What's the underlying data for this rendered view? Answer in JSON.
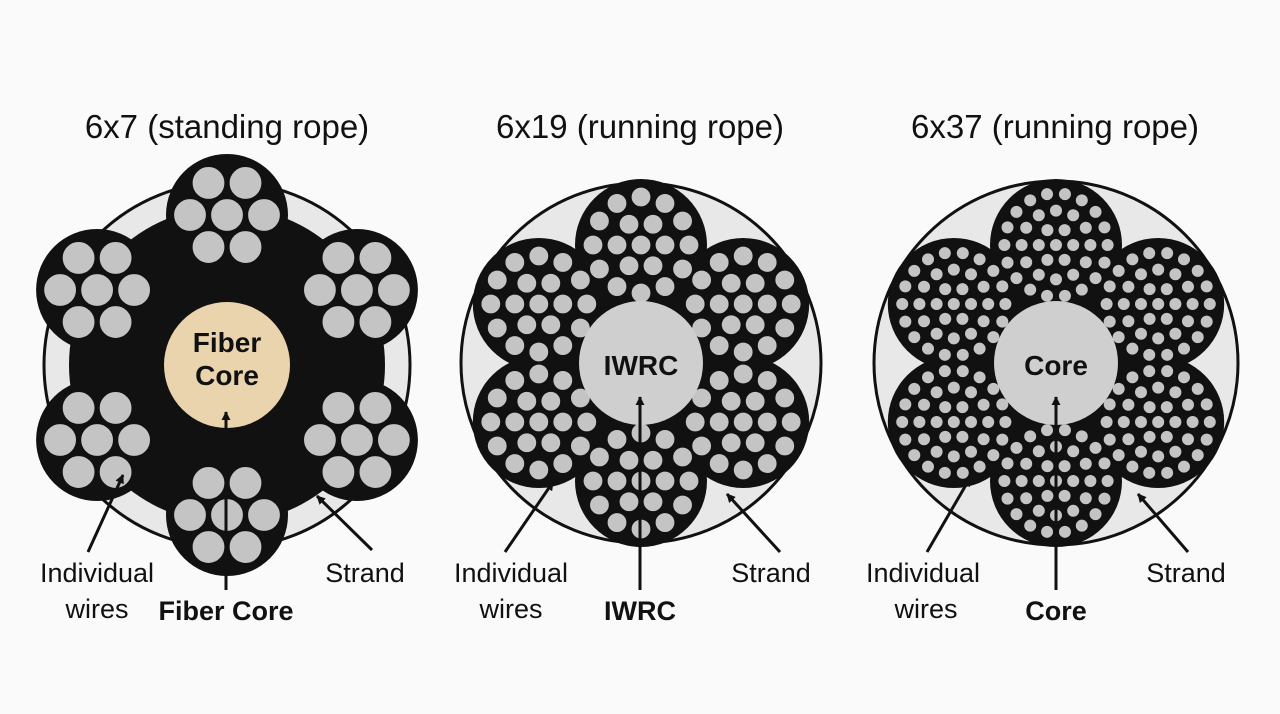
{
  "colors": {
    "background": "#fafafa",
    "sheath": "#e8e8e8",
    "outline": "#111111",
    "wire": "#c4c4c4",
    "fiber_core": "#ead4ae",
    "steel_core": "#cfcfcf"
  },
  "diagrams": [
    {
      "title": "6x7 (standing rope)",
      "strands": 6,
      "wires_per_strand": 7,
      "core_text_lines": [
        "Fiber",
        "Core"
      ],
      "core_type": "fiber",
      "labels": {
        "wires_lines": [
          "Individual",
          "wires"
        ],
        "core": "Fiber Core",
        "strand": "Strand"
      }
    },
    {
      "title": "6x19 (running rope)",
      "strands": 6,
      "wires_per_strand": 19,
      "core_text_lines": [
        "IWRC"
      ],
      "core_type": "steel",
      "labels": {
        "wires_lines": [
          "Individual",
          "wires"
        ],
        "core": "IWRC",
        "strand": "Strand"
      }
    },
    {
      "title": "6x37 (running rope)",
      "strands": 6,
      "wires_per_strand": 37,
      "core_text_lines": [
        "Core"
      ],
      "core_type": "steel",
      "labels": {
        "wires_lines": [
          "Individual",
          "wires"
        ],
        "core": "Core",
        "strand": "Strand"
      }
    }
  ]
}
